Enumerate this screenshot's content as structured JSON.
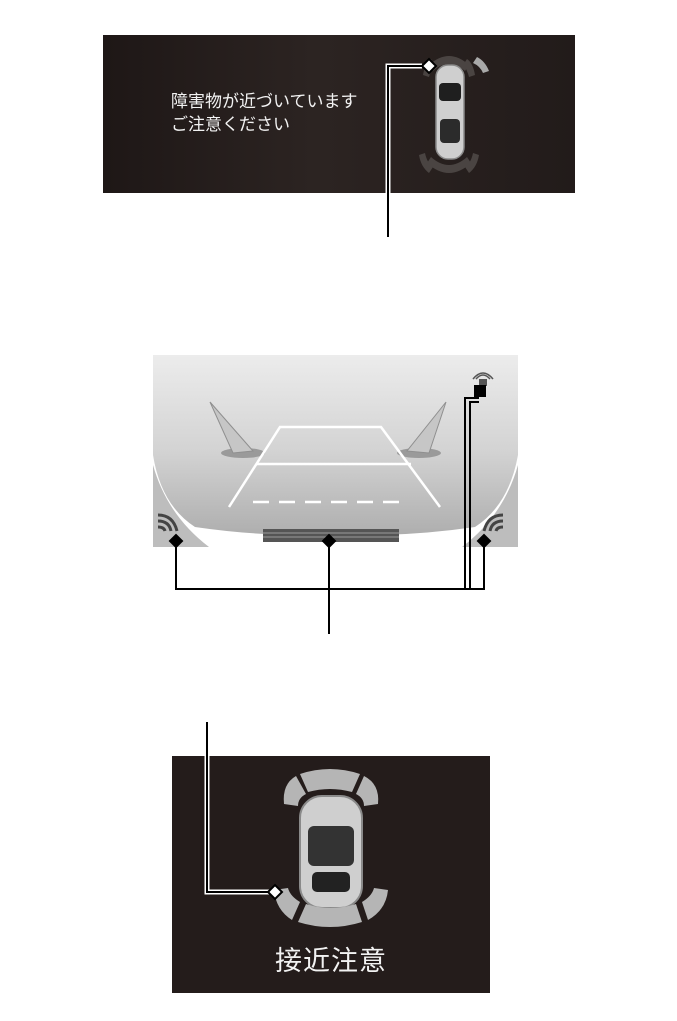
{
  "top_panel": {
    "message_line1": "障害物が近づいています",
    "message_line2": "ご注意ください"
  },
  "bottom_panel": {
    "message": "接近注意"
  },
  "icons": {
    "car": "car-top-view-icon",
    "sensor": "sensor-wave-icon",
    "sonar_indicator": "sonar-indicator-icon",
    "traffic_cone": "traffic-cone-icon"
  },
  "colors": {
    "panel_dark": "#241c1b",
    "sensor_segment": "#b9b9b9",
    "leader_line": "#000000"
  }
}
